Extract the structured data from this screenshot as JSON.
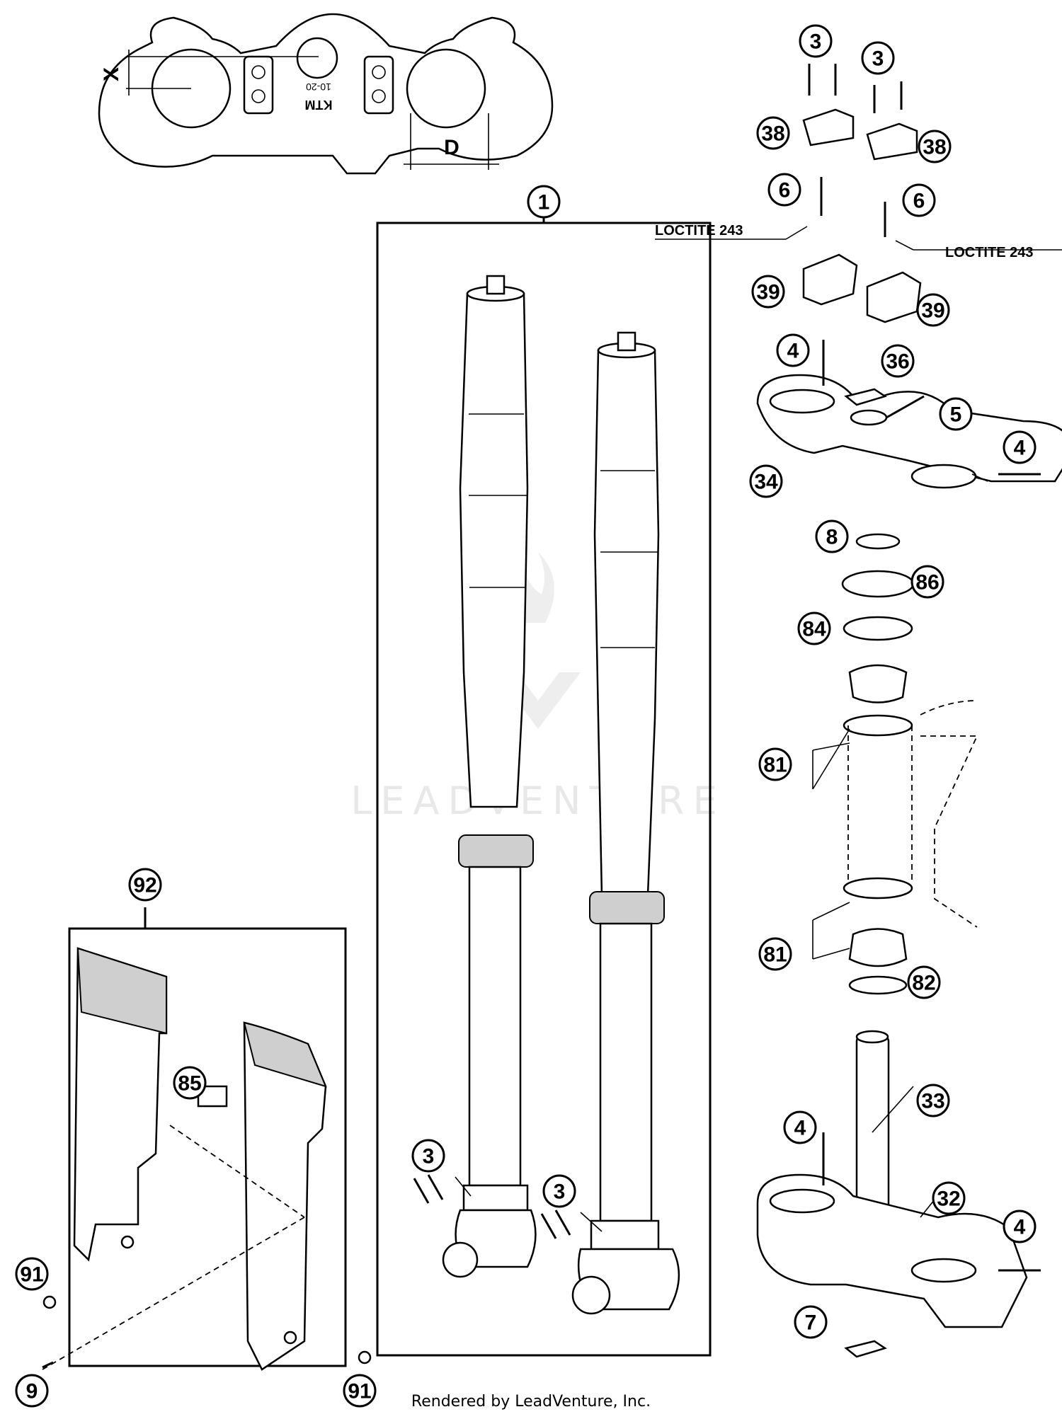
{
  "dimensions": {
    "x_label": "X",
    "d_label": "D"
  },
  "clamp_logo": "KTM",
  "clamp_code": "10-20",
  "loctite": {
    "left": "LOCTITE 243",
    "right": "LOCTITE 243"
  },
  "callouts": [
    {
      "id": "c-3a",
      "text": "3"
    },
    {
      "id": "c-3b",
      "text": "3"
    },
    {
      "id": "c-38a",
      "text": "38"
    },
    {
      "id": "c-38b",
      "text": "38"
    },
    {
      "id": "c-6a",
      "text": "6"
    },
    {
      "id": "c-6b",
      "text": "6"
    },
    {
      "id": "c-39a",
      "text": "39"
    },
    {
      "id": "c-39b",
      "text": "39"
    },
    {
      "id": "c-4a",
      "text": "4"
    },
    {
      "id": "c-36",
      "text": "36"
    },
    {
      "id": "c-5",
      "text": "5"
    },
    {
      "id": "c-4b",
      "text": "4"
    },
    {
      "id": "c-34",
      "text": "34"
    },
    {
      "id": "c-8",
      "text": "8"
    },
    {
      "id": "c-86",
      "text": "86"
    },
    {
      "id": "c-84",
      "text": "84"
    },
    {
      "id": "c-81a",
      "text": "81"
    },
    {
      "id": "c-81b",
      "text": "81"
    },
    {
      "id": "c-82",
      "text": "82"
    },
    {
      "id": "c-33",
      "text": "33"
    },
    {
      "id": "c-4c",
      "text": "4"
    },
    {
      "id": "c-32",
      "text": "32"
    },
    {
      "id": "c-4d",
      "text": "4"
    },
    {
      "id": "c-7",
      "text": "7"
    },
    {
      "id": "c-1",
      "text": "1"
    },
    {
      "id": "c-3c",
      "text": "3"
    },
    {
      "id": "c-3d",
      "text": "3"
    },
    {
      "id": "c-92",
      "text": "92"
    },
    {
      "id": "c-85",
      "text": "85"
    },
    {
      "id": "c-91a",
      "text": "91"
    },
    {
      "id": "c-9",
      "text": "9"
    },
    {
      "id": "c-91b",
      "text": "91"
    }
  ],
  "watermark": "LEADVENTURE",
  "footer": "Rendered by LeadVenture, Inc."
}
